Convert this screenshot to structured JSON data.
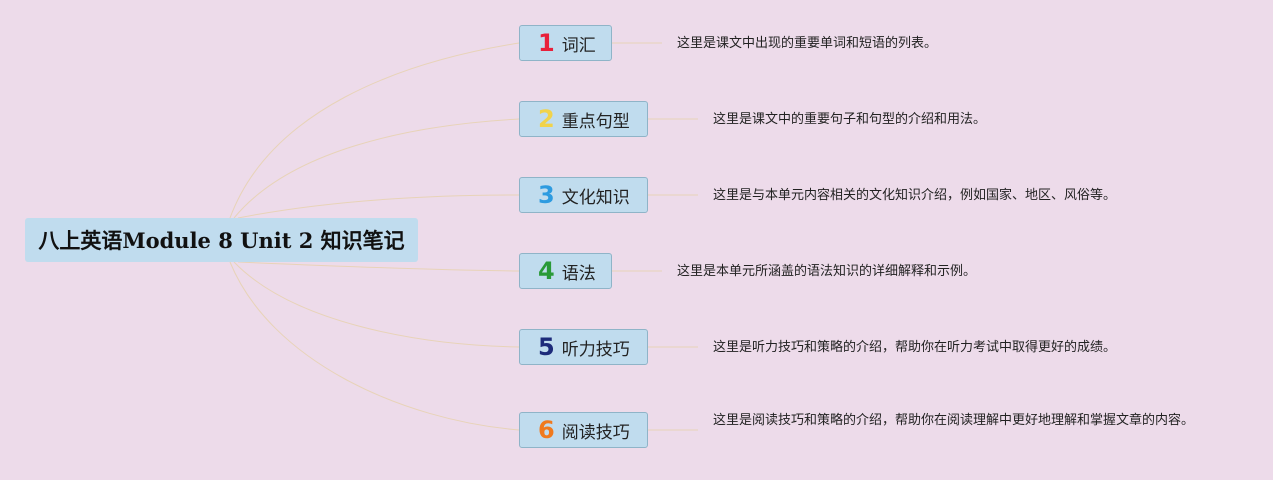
{
  "root": {
    "title": "八上英语Module 8 Unit 2 知识笔记"
  },
  "branches": [
    {
      "number": "1",
      "label": "词汇",
      "number_color": "#e8203a",
      "description": "这里是课文中出现的重要单词和短语的列表。"
    },
    {
      "number": "2",
      "label": "重点句型",
      "number_color": "#f1d34a",
      "description": "这里是课文中的重要句子和句型的介绍和用法。"
    },
    {
      "number": "3",
      "label": "文化知识",
      "number_color": "#2d9be0",
      "description": "这里是与本单元内容相关的文化知识介绍，例如国家、地区、风俗等。"
    },
    {
      "number": "4",
      "label": "语法",
      "number_color": "#2a9a38",
      "description": "这里是本单元所涵盖的语法知识的详细解释和示例。"
    },
    {
      "number": "5",
      "label": "听力技巧",
      "number_color": "#1d2b7a",
      "description": "这里是听力技巧和策略的介绍，帮助你在听力考试中取得更好的成绩。"
    },
    {
      "number": "6",
      "label": "阅读技巧",
      "number_color": "#f07a1e",
      "description": "这里是阅读技巧和策略的介绍，帮助你在阅读理解中更好地理解和掌握文章的内容。"
    }
  ],
  "colors": {
    "background": "#eddbea",
    "node_fill": "#c0dcee",
    "connector": "#e8d3b8"
  }
}
